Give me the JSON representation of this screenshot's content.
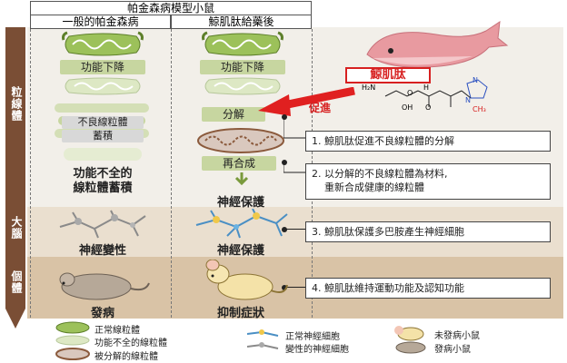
{
  "header": {
    "top": "帕金森病模型小鼠",
    "col_left": "一般的帕金森病",
    "col_right": "鯨肌肽給藥後"
  },
  "side_labels": [
    "粒線體",
    "大腦",
    "個體"
  ],
  "left_col": {
    "func_down": "功能下降",
    "bad_mito_1": "不良線粒體",
    "bad_mito_2": "蓄積",
    "dysfunc_1": "功能不全的",
    "dysfunc_2": "線粒體蓄積",
    "neuro": "神經變性",
    "disease": "發病"
  },
  "right_col": {
    "func_down": "功能下降",
    "decompose": "分解",
    "resynth": "再合成",
    "neuro_protect": "神經保護",
    "neuro_protect2": "神經保護",
    "suppress": "抑制症狀"
  },
  "compound": {
    "name": "鯨肌肽",
    "promote": "促進",
    "atoms": {
      "h2n": "H₂N",
      "h": "H",
      "oh": "OH",
      "o1": "O",
      "o2": "O",
      "n1": "N",
      "n2": "N",
      "ch3": "CH₃"
    }
  },
  "notes": [
    "1. 鯨肌肽促進不良線粒體的分解",
    "2. 以分解的不良線粒體為材料,",
    "重新合成健康的線粒體",
    "3. 鯨肌肽保護多巴胺產生神經細胞",
    "4. 鯨肌肽維持運動功能及認知功能"
  ],
  "legend": {
    "normal_mito": "正常線粒體",
    "dysfunc_mito": "功能不全的線粒體",
    "decomp_mito": "被分解的線粒體",
    "normal_neuron": "正常神經細胞",
    "degen_neuron": "變性的神經細胞",
    "healthy_mouse": "未發病小鼠",
    "sick_mouse": "發病小鼠"
  },
  "colors": {
    "mito": "#9cc15a",
    "arrow_red": "#e02020",
    "brown": "#8b5a3c"
  }
}
